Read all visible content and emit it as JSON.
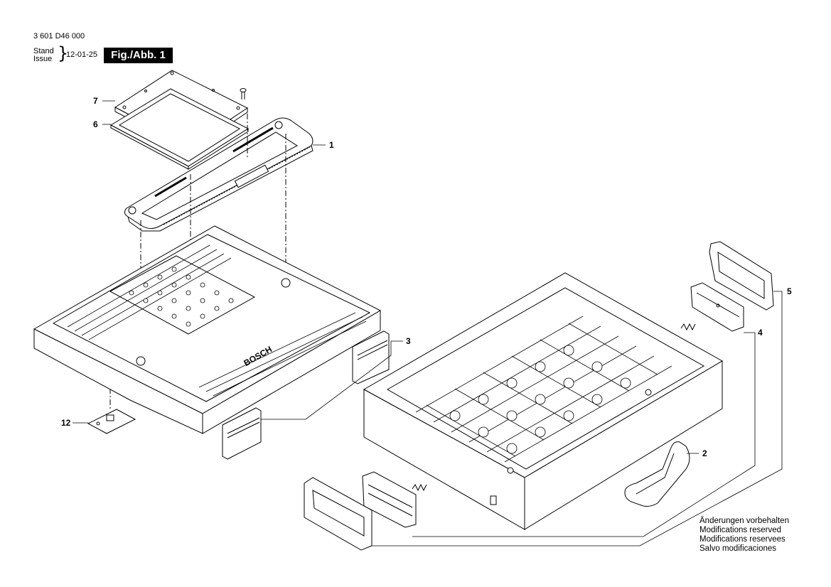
{
  "header": {
    "doc_number": "3 601 D46 000",
    "stand_label": "Stand",
    "issue_label": "Issue",
    "date": "12-01-25",
    "figure_label": "Fig./Abb. 1"
  },
  "callouts": [
    "1",
    "2",
    "3",
    "4",
    "5",
    "6",
    "7",
    "12"
  ],
  "brand_mark": "BOSCH",
  "notice_lines": [
    "Änderungen vorbehalten",
    "Modifications reserved",
    "Modifications reservees",
    "Salvo modificaciones"
  ],
  "colors": {
    "line": "#000000",
    "background": "#ffffff",
    "badge": "#000000"
  }
}
